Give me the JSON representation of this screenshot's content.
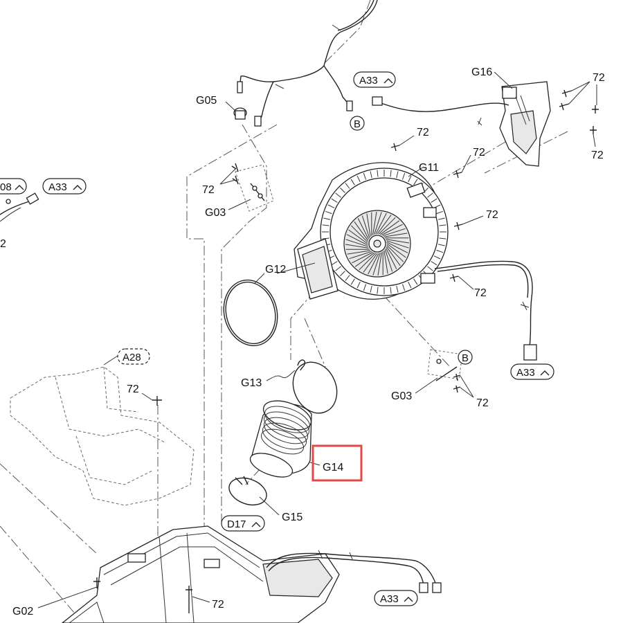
{
  "labels": {
    "g05": "G05",
    "g03_top": "G03",
    "g03_right": "G03",
    "g02": "G02",
    "g11": "G11",
    "g12": "G12",
    "g13": "G13",
    "g14": "G14",
    "g15": "G15",
    "g16": "G16",
    "screw_72_a": "72",
    "screw_72_b": "72",
    "screw_72_c": "72",
    "screw_72_d": "72",
    "screw_72_e": "72",
    "screw_72_f": "72",
    "screw_72_g": "72",
    "screw_72_h": "72",
    "screw_72_i": "72",
    "screw_72_j": "72",
    "left_cut_2": "2"
  },
  "refs": {
    "a33_top": "A33",
    "a33_left": "A33",
    "a33_right": "A33",
    "a33_bottom": "A33",
    "a28": "A28",
    "d17": "D17",
    "a08_partial": "08",
    "b_top": "B",
    "b_right": "B"
  },
  "highlight": {
    "target": "G14",
    "color": "#e24a4a"
  }
}
